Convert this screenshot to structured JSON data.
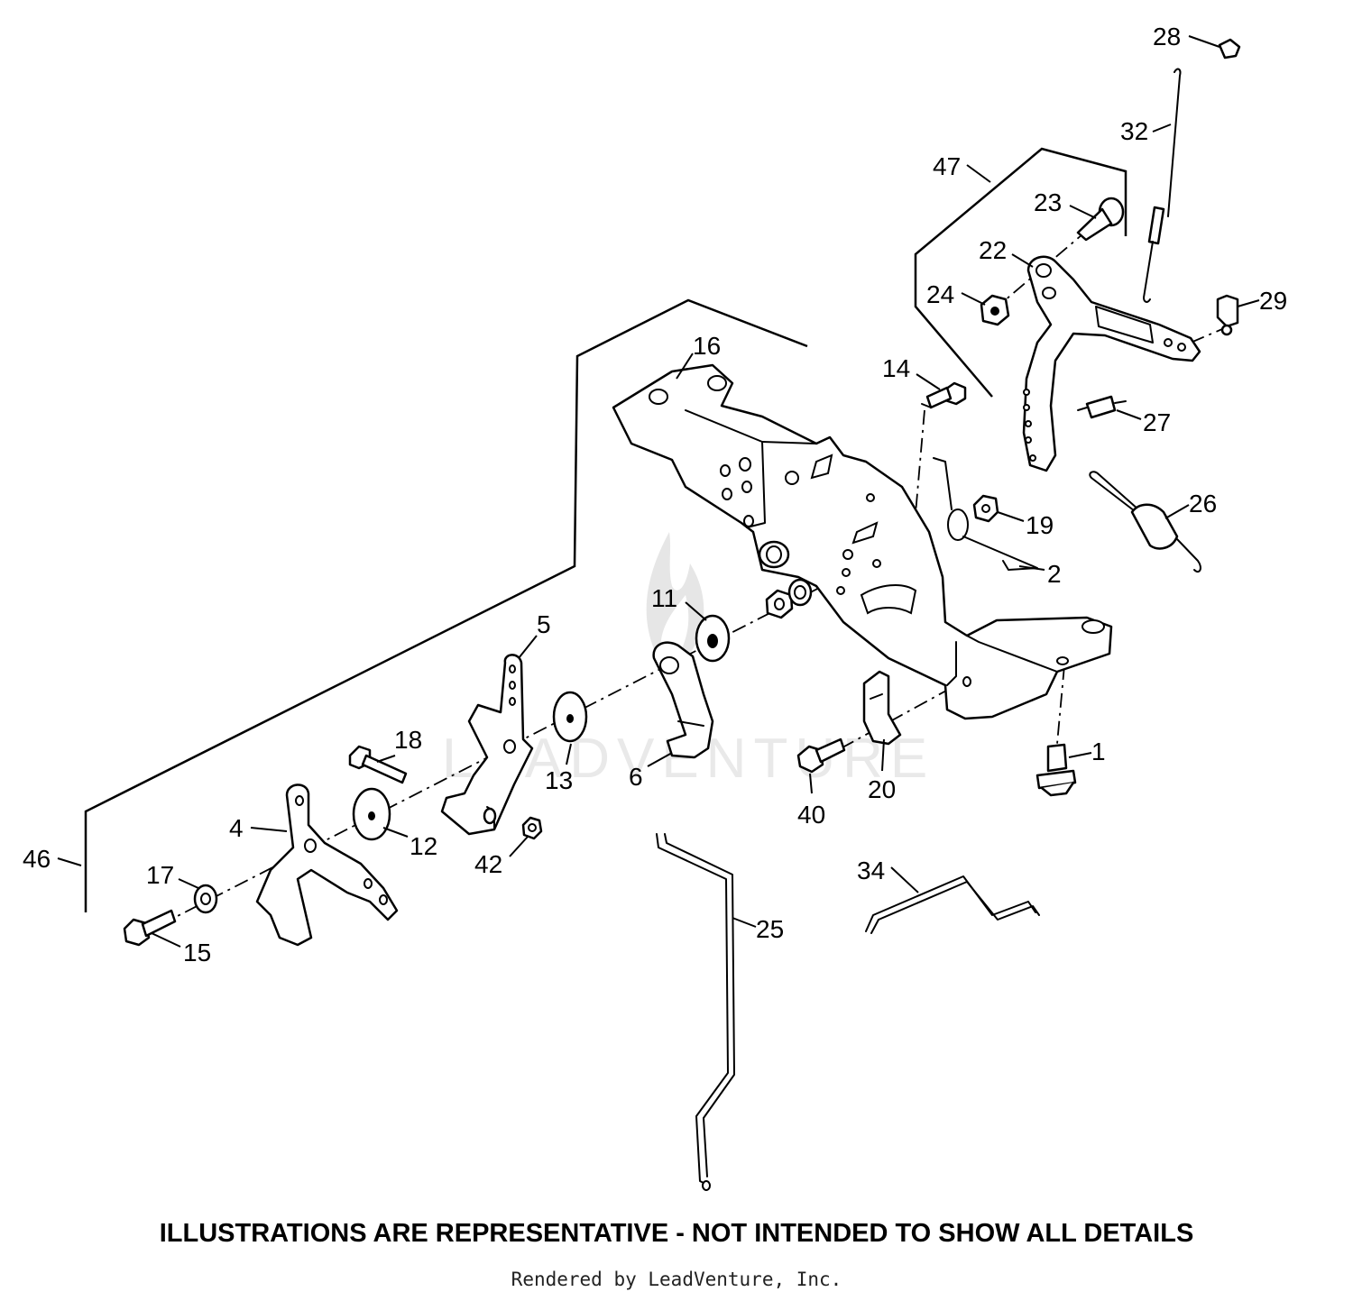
{
  "diagram": {
    "type": "exploded parts diagram",
    "watermark": "LEADVENTURE",
    "callouts": [
      {
        "id": "c1",
        "label": "1"
      },
      {
        "id": "c2",
        "label": "2"
      },
      {
        "id": "c4",
        "label": "4"
      },
      {
        "id": "c5",
        "label": "5"
      },
      {
        "id": "c6",
        "label": "6"
      },
      {
        "id": "c11",
        "label": "11"
      },
      {
        "id": "c12",
        "label": "12"
      },
      {
        "id": "c13",
        "label": "13"
      },
      {
        "id": "c14",
        "label": "14"
      },
      {
        "id": "c15",
        "label": "15"
      },
      {
        "id": "c16",
        "label": "16"
      },
      {
        "id": "c17",
        "label": "17"
      },
      {
        "id": "c18",
        "label": "18"
      },
      {
        "id": "c19",
        "label": "19"
      },
      {
        "id": "c20",
        "label": "20"
      },
      {
        "id": "c22",
        "label": "22"
      },
      {
        "id": "c23",
        "label": "23"
      },
      {
        "id": "c24",
        "label": "24"
      },
      {
        "id": "c25",
        "label": "25"
      },
      {
        "id": "c26",
        "label": "26"
      },
      {
        "id": "c27",
        "label": "27"
      },
      {
        "id": "c28",
        "label": "28"
      },
      {
        "id": "c29",
        "label": "29"
      },
      {
        "id": "c32",
        "label": "32"
      },
      {
        "id": "c34",
        "label": "34"
      },
      {
        "id": "c40",
        "label": "40"
      },
      {
        "id": "c42",
        "label": "42"
      },
      {
        "id": "c46",
        "label": "46"
      },
      {
        "id": "c47",
        "label": "47"
      }
    ]
  },
  "footer": {
    "disclaimer": "ILLUSTRATIONS ARE REPRESENTATIVE - NOT INTENDED TO SHOW ALL DETAILS",
    "credit": "Rendered by LeadVenture, Inc."
  }
}
